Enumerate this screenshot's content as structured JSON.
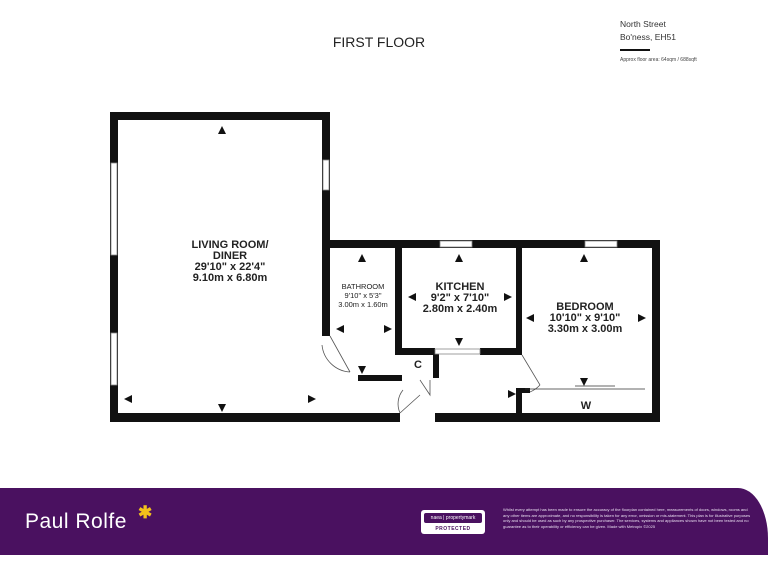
{
  "header": {
    "title": "FIRST FLOOR",
    "address_line1": "North Street",
    "address_line2": "Bo'ness, EH51",
    "floor_area": "Approx floor area: 64sqm / 688sqft"
  },
  "rooms": {
    "living": {
      "name1": "LIVING ROOM/",
      "name2": "DINER",
      "imperial": "29'10\"  x 22'4\"",
      "metric": "9.10m  x 6.80m"
    },
    "bathroom": {
      "name": "BATHROOM",
      "imperial": "9'10\"  x 5'3\"",
      "metric": "3.00m  x 1.60m"
    },
    "kitchen": {
      "name": "KITCHEN",
      "imperial": "9'2\"  x 7'10\"",
      "metric": "2.80m  x 2.40m"
    },
    "bedroom": {
      "name": "BEDROOM",
      "imperial": "10'10\"  x 9'10\"",
      "metric": "3.30m  x 3.00m"
    },
    "cupboard": {
      "name": "C"
    },
    "wardrobe": {
      "name": "W"
    }
  },
  "footer": {
    "brand": "Paul Rolfe",
    "brand_accent": "#f2c21b",
    "banner_color": "#4a1160",
    "badge_top": "naea | propertymark",
    "badge_bottom": "PROTECTED",
    "disclaimer": "Whilst every attempt has been made to ensure the accuracy of the floorplan contained here, measurements of doors, windows, rooms and any other items are approximate, and no responsibility is taken for any error, omission or mis-statement. This plan is for illustrative purposes only and should be used as such by any prospective purchaser. The services, systems and appliances shown have not been tested and no guarantee as to their operability or efficiency can be given. Made with Metropix ©2025"
  }
}
